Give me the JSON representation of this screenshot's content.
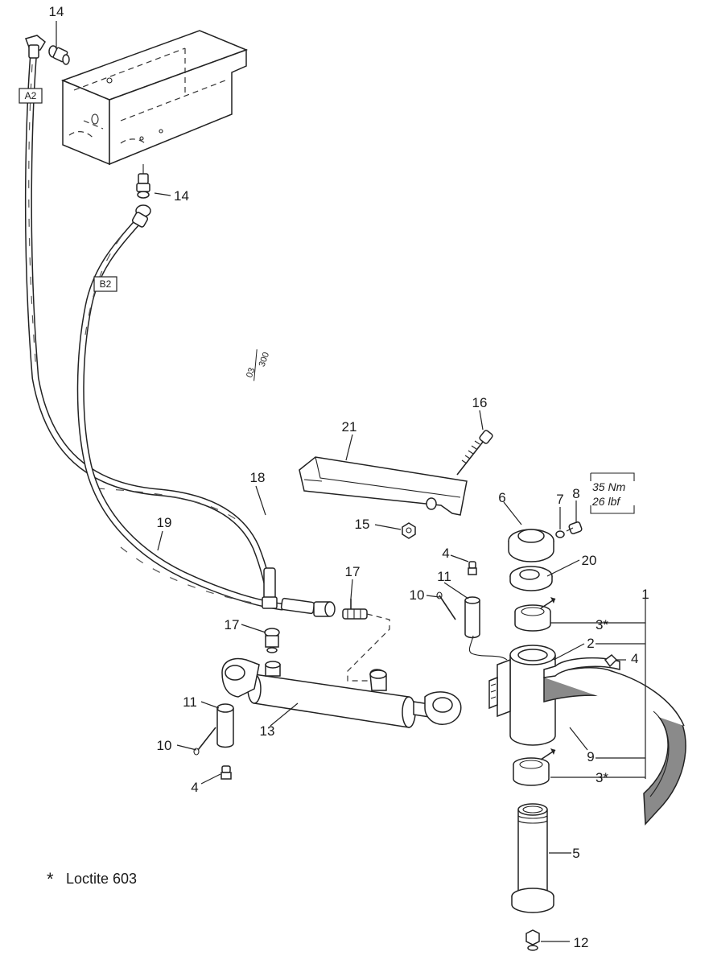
{
  "parts": {
    "p14a": "14",
    "p14b": "14",
    "p21": "21",
    "p16": "16",
    "p18": "18",
    "p19": "19",
    "p15": "15",
    "p6": "6",
    "p7": "7",
    "p8": "8",
    "p20": "20",
    "p4a": "4",
    "p11a": "11",
    "p10a": "10",
    "p17a": "17",
    "p17b": "17",
    "p1": "1",
    "p3a": "3*",
    "p2": "2",
    "p4b": "4",
    "p13": "13",
    "p11b": "11",
    "p10b": "10",
    "p4c": "4",
    "p9": "9",
    "p3b": "3*",
    "p5": "5",
    "p12": "12"
  },
  "hose_tags": {
    "a2": "A2",
    "b2": "B2"
  },
  "torque": {
    "nm": "35 Nm",
    "lbf": "26 lbf"
  },
  "drawing_ref": {
    "top": "03",
    "bottom": "300"
  },
  "legend": {
    "star": "*",
    "text": "Loctite 603"
  }
}
